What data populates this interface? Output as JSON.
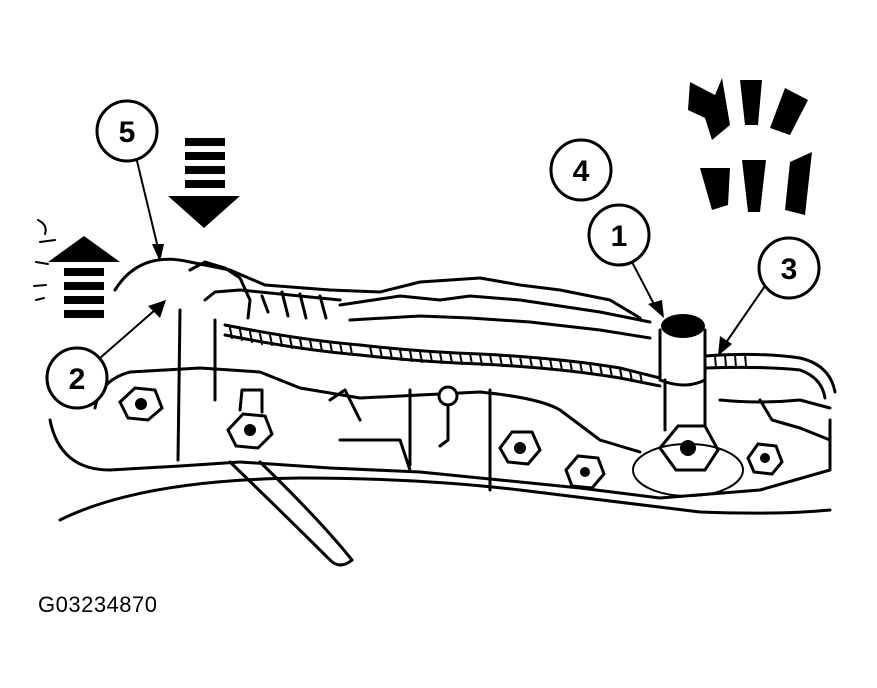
{
  "figure_id": "G03234870",
  "callouts": [
    {
      "label": "1"
    },
    {
      "label": "2"
    },
    {
      "label": "3"
    },
    {
      "label": "4"
    },
    {
      "label": "5"
    }
  ],
  "colors": {
    "ink": "#000000",
    "paper": "#ffffff"
  }
}
